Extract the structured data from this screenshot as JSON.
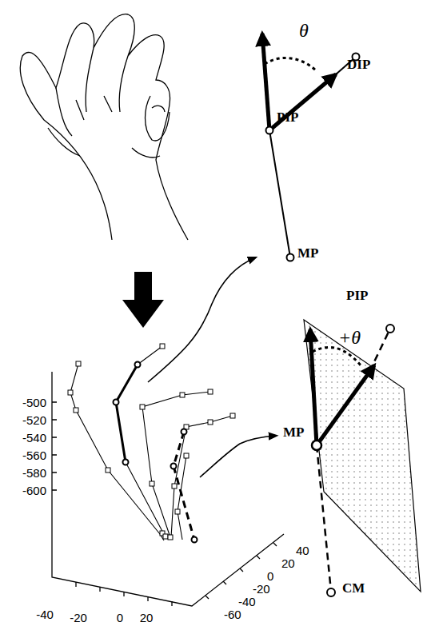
{
  "diagram": {
    "labels": [
      "θ",
      "DIP",
      "PIP",
      "MP",
      "MP",
      "PIP",
      "+θ",
      "CM",
      "-500",
      "-520",
      "-540",
      "-560",
      "-580",
      "-600",
      "-40",
      "-20",
      "0",
      "20",
      "40",
      "20",
      "0",
      "-20",
      "-40",
      "-60"
    ]
  }
}
